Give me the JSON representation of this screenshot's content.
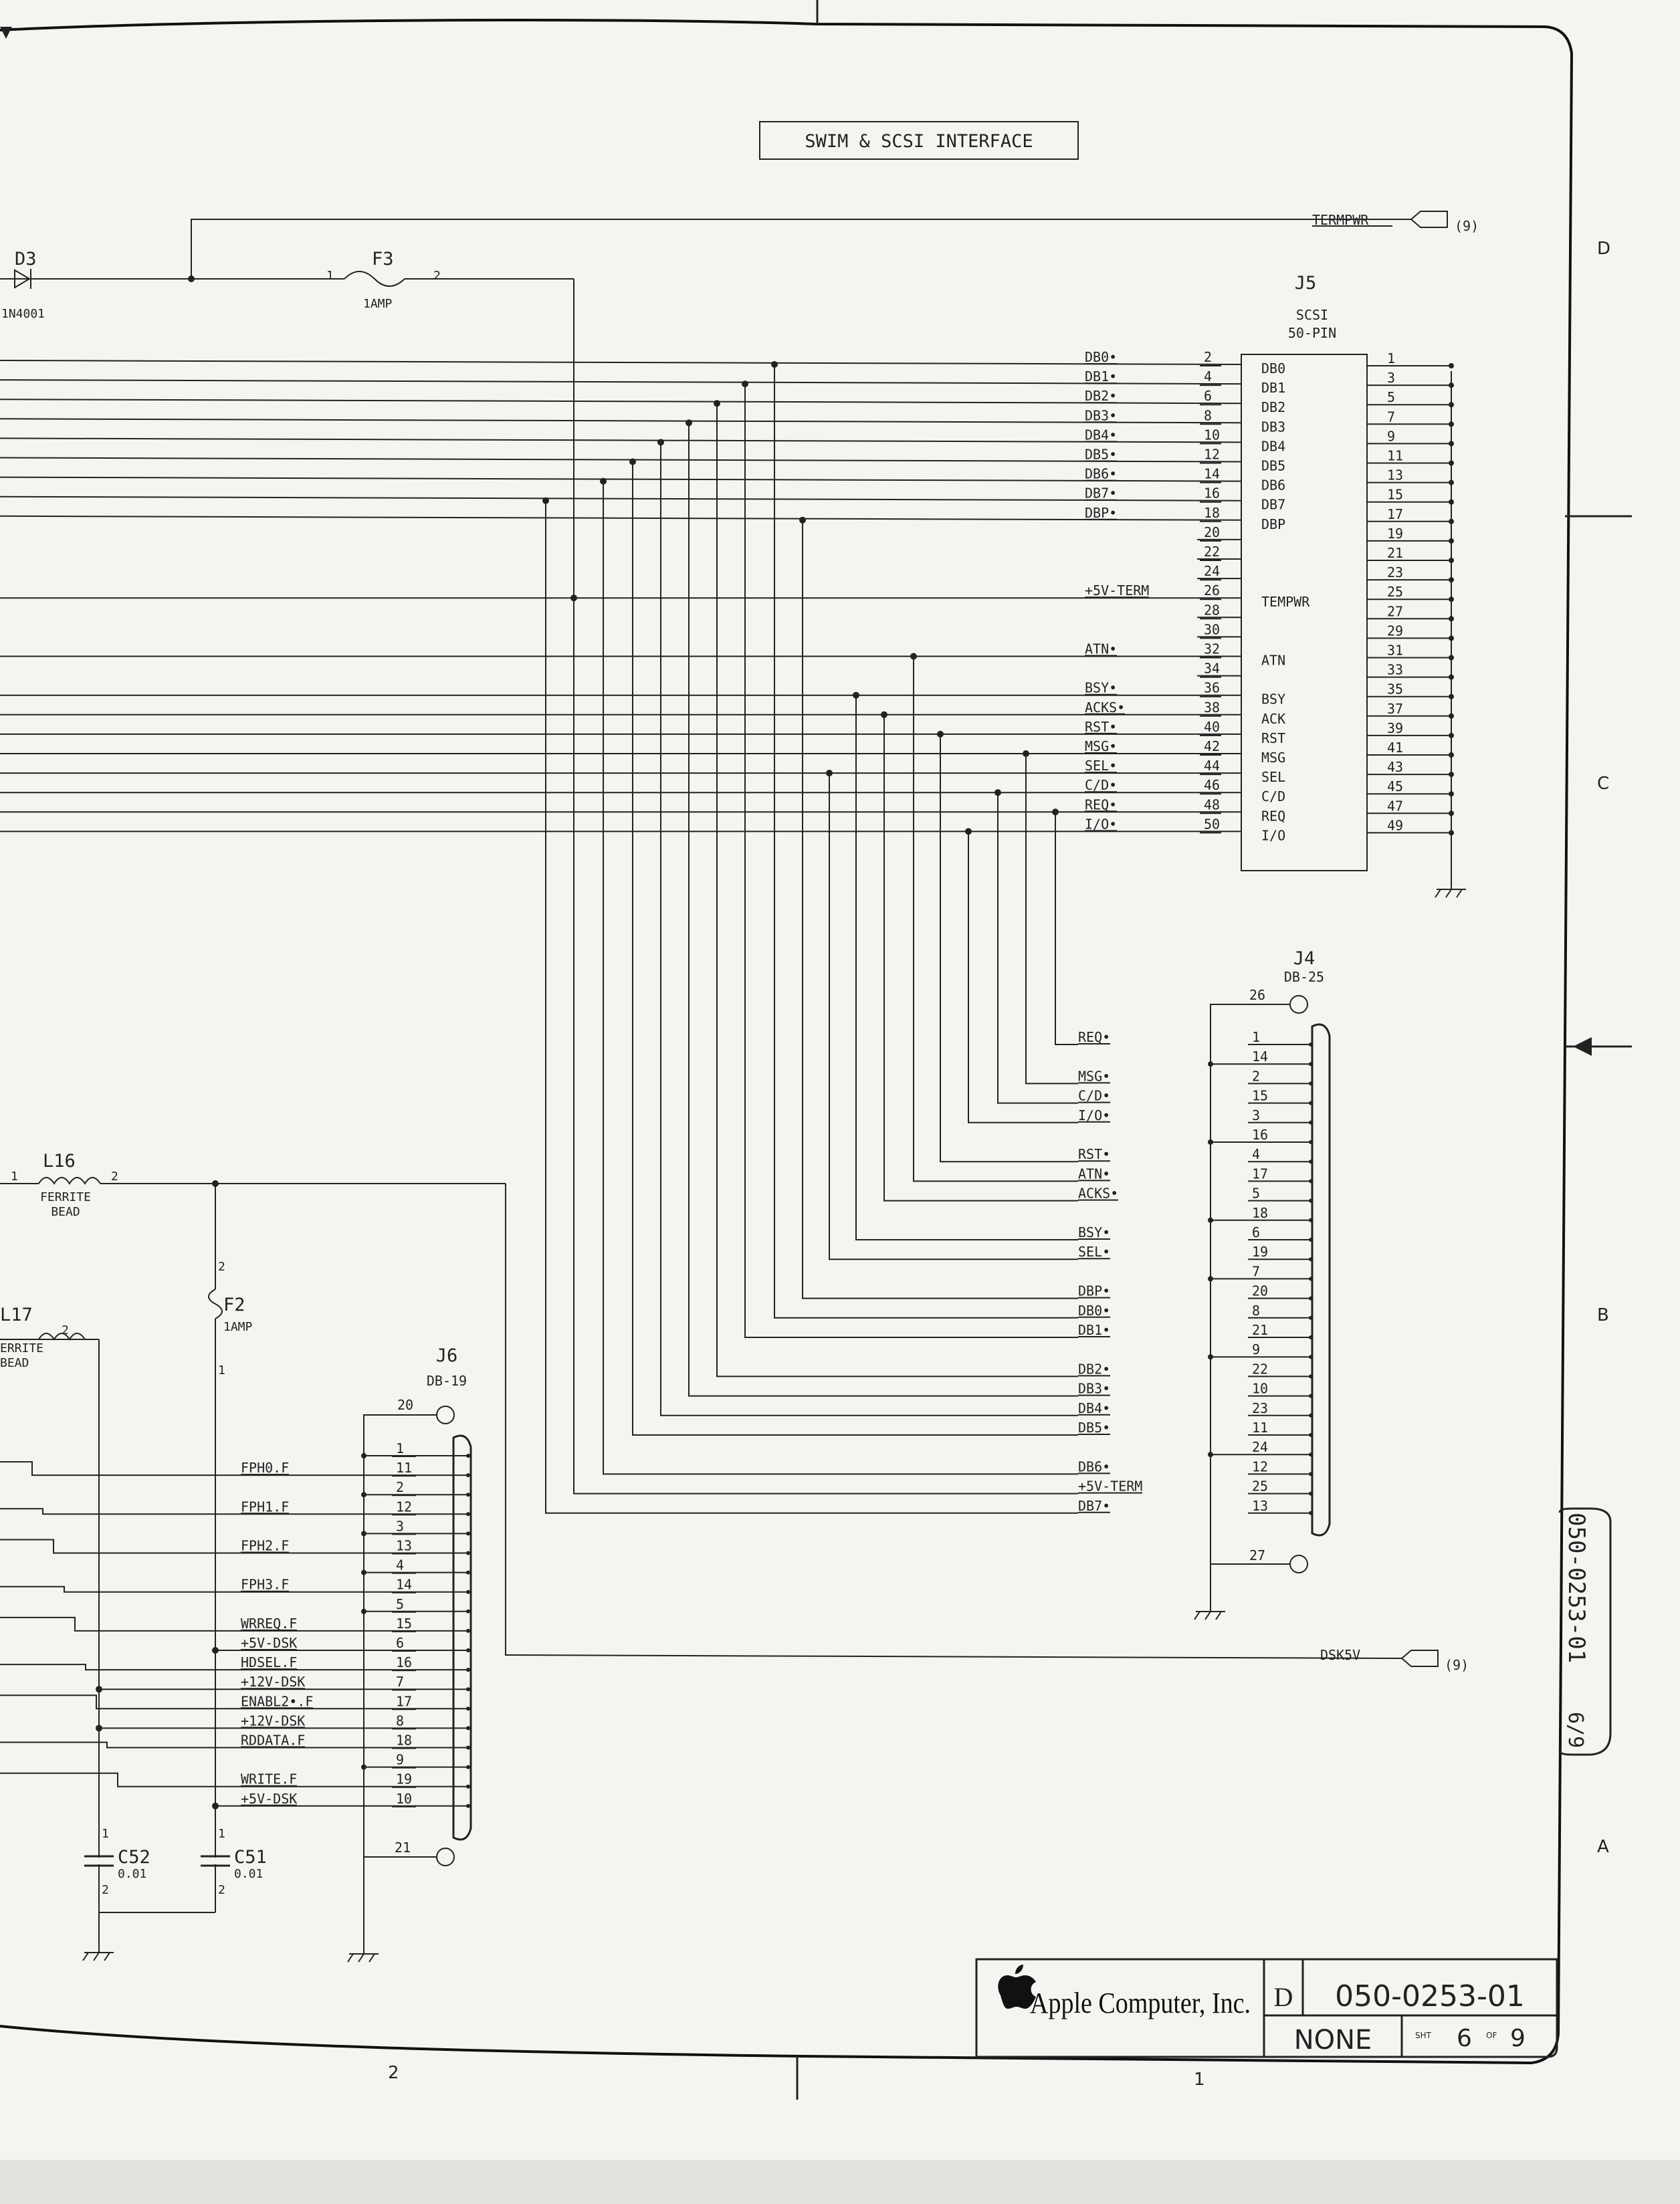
{
  "title": "SWIM & SCSI INTERFACE",
  "zones": {
    "right": [
      "D",
      "C",
      "B",
      "A"
    ],
    "bottom": [
      "2",
      "1"
    ]
  },
  "termpwr": {
    "label": "TERMPWR",
    "ref": "(9)"
  },
  "dsk5v": {
    "label": "DSK5V",
    "ref": "(9)"
  },
  "d3": {
    "ref": "D3",
    "part": "1N4001"
  },
  "f3": {
    "ref": "F3",
    "value": "1AMP",
    "pin1": "1",
    "pin2": "2"
  },
  "f2": {
    "ref": "F2",
    "value": "1AMP",
    "pin1": "1",
    "pin2": "2"
  },
  "l16": {
    "ref": "L16",
    "type": [
      "FERRITE",
      "BEAD"
    ],
    "pin1": "1",
    "pin2": "2"
  },
  "l17": {
    "ref": "L17",
    "type": [
      "ERRITE",
      "BEAD"
    ],
    "pin2": "2"
  },
  "c52": {
    "ref": "C52",
    "value": "0.01",
    "pin1": "1",
    "pin2": "2"
  },
  "c51": {
    "ref": "C51",
    "value": "0.01",
    "pin1": "1",
    "pin2": "2"
  },
  "j5": {
    "ref": "J5",
    "type": "SCSI",
    "pins": "50-PIN",
    "signals": [
      {
        "label": "DB0•",
        "pin": "2",
        "name": "DB0"
      },
      {
        "label": "DB1•",
        "pin": "4",
        "name": "DB1"
      },
      {
        "label": "DB2•",
        "pin": "6",
        "name": "DB2"
      },
      {
        "label": "DB3•",
        "pin": "8",
        "name": "DB3"
      },
      {
        "label": "DB4•",
        "pin": "10",
        "name": "DB4"
      },
      {
        "label": "DB5•",
        "pin": "12",
        "name": "DB5"
      },
      {
        "label": "DB6•",
        "pin": "14",
        "name": "DB6"
      },
      {
        "label": "DB7•",
        "pin": "16",
        "name": "DB7"
      },
      {
        "label": "DBP•",
        "pin": "18",
        "name": "DBP"
      },
      {
        "label": "",
        "pin": "20",
        "name": ""
      },
      {
        "label": "",
        "pin": "22",
        "name": ""
      },
      {
        "label": "",
        "pin": "24",
        "name": ""
      },
      {
        "label": "+5V-TERM",
        "pin": "26",
        "name": "TEMPWR"
      },
      {
        "label": "",
        "pin": "28",
        "name": ""
      },
      {
        "label": "",
        "pin": "30",
        "name": ""
      },
      {
        "label": "ATN•",
        "pin": "32",
        "name": "ATN"
      },
      {
        "label": "",
        "pin": "34",
        "name": ""
      },
      {
        "label": "BSY•",
        "pin": "36",
        "name": "BSY"
      },
      {
        "label": "ACKS•",
        "pin": "38",
        "name": "ACK"
      },
      {
        "label": "RST•",
        "pin": "40",
        "name": "RST"
      },
      {
        "label": "MSG•",
        "pin": "42",
        "name": "MSG"
      },
      {
        "label": "SEL•",
        "pin": "44",
        "name": "SEL"
      },
      {
        "label": "C/D•",
        "pin": "46",
        "name": "C/D"
      },
      {
        "label": "REQ•",
        "pin": "48",
        "name": "REQ"
      },
      {
        "label": "I/O•",
        "pin": "50",
        "name": "I/O"
      }
    ],
    "odd_pins": [
      "1",
      "3",
      "5",
      "7",
      "9",
      "11",
      "13",
      "15",
      "17",
      "19",
      "21",
      "23",
      "25",
      "27",
      "29",
      "31",
      "33",
      "35",
      "37",
      "39",
      "41",
      "43",
      "45",
      "47",
      "49"
    ]
  },
  "j4": {
    "ref": "J4",
    "type": "DB-25",
    "shield1": "26",
    "shield2": "27",
    "rows": [
      {
        "label": "REQ•",
        "pin": "1"
      },
      {
        "label": "",
        "pin": "14"
      },
      {
        "label": "MSG•",
        "pin": "2"
      },
      {
        "label": "C/D•",
        "pin": "15"
      },
      {
        "label": "I/O•",
        "pin": "3"
      },
      {
        "label": "",
        "pin": "16"
      },
      {
        "label": "RST•",
        "pin": "4"
      },
      {
        "label": "ATN•",
        "pin": "17"
      },
      {
        "label": "ACKS•",
        "pin": "5"
      },
      {
        "label": "",
        "pin": "18"
      },
      {
        "label": "BSY•",
        "pin": "6"
      },
      {
        "label": "SEL•",
        "pin": "19"
      },
      {
        "label": "",
        "pin": "7"
      },
      {
        "label": "DBP•",
        "pin": "20"
      },
      {
        "label": "DB0•",
        "pin": "8"
      },
      {
        "label": "DB1•",
        "pin": "21"
      },
      {
        "label": "",
        "pin": "9"
      },
      {
        "label": "DB2•",
        "pin": "22"
      },
      {
        "label": "DB3•",
        "pin": "10"
      },
      {
        "label": "DB4•",
        "pin": "23"
      },
      {
        "label": "DB5•",
        "pin": "11"
      },
      {
        "label": "",
        "pin": "24"
      },
      {
        "label": "DB6•",
        "pin": "12"
      },
      {
        "label": "+5V-TERM",
        "pin": "25"
      },
      {
        "label": "DB7•",
        "pin": "13"
      }
    ]
  },
  "j6": {
    "ref": "J6",
    "type": "DB-19",
    "shield1": "20",
    "shield2": "21",
    "rows": [
      {
        "label": "",
        "pin": "1"
      },
      {
        "label": "FPH0.F",
        "pin": "11"
      },
      {
        "label": "",
        "pin": "2"
      },
      {
        "label": "FPH1.F",
        "pin": "12"
      },
      {
        "label": "",
        "pin": "3"
      },
      {
        "label": "FPH2.F",
        "pin": "13"
      },
      {
        "label": "",
        "pin": "4"
      },
      {
        "label": "FPH3.F",
        "pin": "14"
      },
      {
        "label": "",
        "pin": "5"
      },
      {
        "label": "WRREQ.F",
        "pin": "15"
      },
      {
        "label": "+5V-DSK",
        "pin": "6"
      },
      {
        "label": "HDSEL.F",
        "pin": "16"
      },
      {
        "label": "+12V-DSK",
        "pin": "7"
      },
      {
        "label": "ENABL2•.F",
        "pin": "17"
      },
      {
        "label": "+12V-DSK",
        "pin": "8"
      },
      {
        "label": "RDDATA.F",
        "pin": "18"
      },
      {
        "label": "",
        "pin": "9"
      },
      {
        "label": "WRITE.F",
        "pin": "19"
      },
      {
        "label": "+5V-DSK",
        "pin": "10"
      }
    ]
  },
  "side_number": "050-0253-01",
  "side_sheet": "6/9",
  "title_block": {
    "company": "Apple Computer, Inc.",
    "size": "D",
    "drawing_number": "050-0253-01",
    "scale": "NONE",
    "sheet": "6",
    "of": "9",
    "sht_label": "SHT",
    "of_label": "OF"
  }
}
